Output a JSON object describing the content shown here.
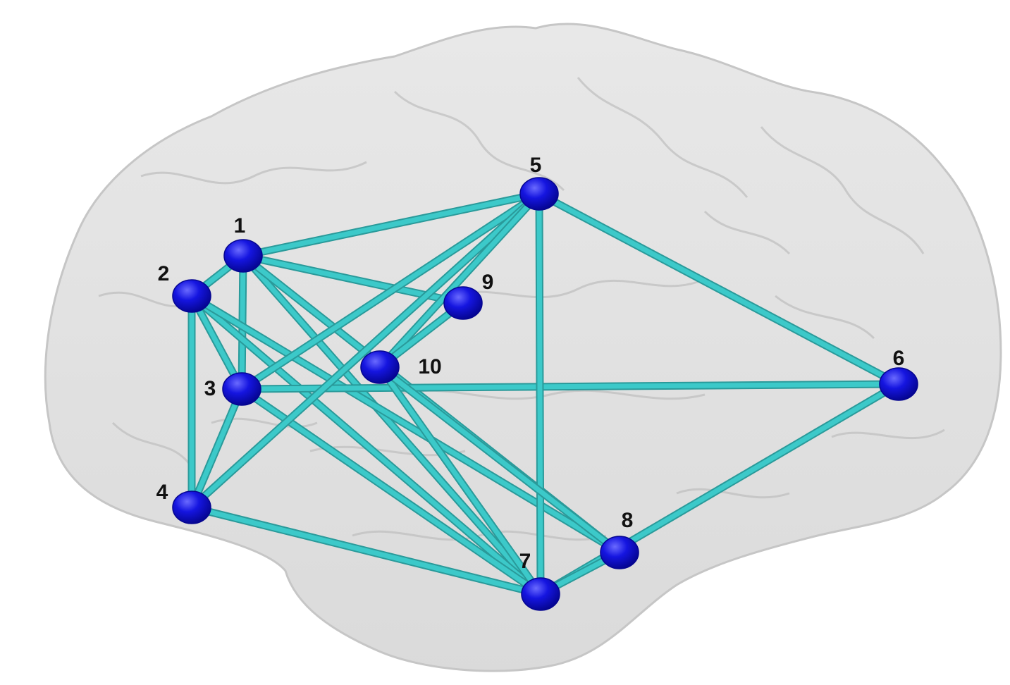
{
  "colors": {
    "background": "#ffffff",
    "brain_fill": "#dcdcdc",
    "brain_fold": "#bdbdbd",
    "edge": "#3cc9c9",
    "edge_dark": "#2a9a9a",
    "node": "#1010d8",
    "node_dark": "#050590",
    "label": "#111111"
  },
  "nodes": [
    {
      "id": "1",
      "label": "1"
    },
    {
      "id": "2",
      "label": "2"
    },
    {
      "id": "3",
      "label": "3"
    },
    {
      "id": "4",
      "label": "4"
    },
    {
      "id": "5",
      "label": "5"
    },
    {
      "id": "6",
      "label": "6"
    },
    {
      "id": "7",
      "label": "7"
    },
    {
      "id": "8",
      "label": "8"
    },
    {
      "id": "9",
      "label": "9"
    },
    {
      "id": "10",
      "label": "10"
    }
  ],
  "edges": [
    [
      "1",
      "2"
    ],
    [
      "1",
      "3"
    ],
    [
      "1",
      "5"
    ],
    [
      "1",
      "9"
    ],
    [
      "1",
      "7"
    ],
    [
      "1",
      "8"
    ],
    [
      "2",
      "3"
    ],
    [
      "2",
      "4"
    ],
    [
      "2",
      "7"
    ],
    [
      "2",
      "8"
    ],
    [
      "3",
      "4"
    ],
    [
      "3",
      "5"
    ],
    [
      "3",
      "6"
    ],
    [
      "3",
      "7"
    ],
    [
      "4",
      "5"
    ],
    [
      "4",
      "7"
    ],
    [
      "5",
      "6"
    ],
    [
      "5",
      "7"
    ],
    [
      "5",
      "10"
    ],
    [
      "6",
      "7"
    ],
    [
      "9",
      "10"
    ],
    [
      "10",
      "7"
    ],
    [
      "10",
      "8"
    ],
    [
      "7",
      "8"
    ]
  ]
}
